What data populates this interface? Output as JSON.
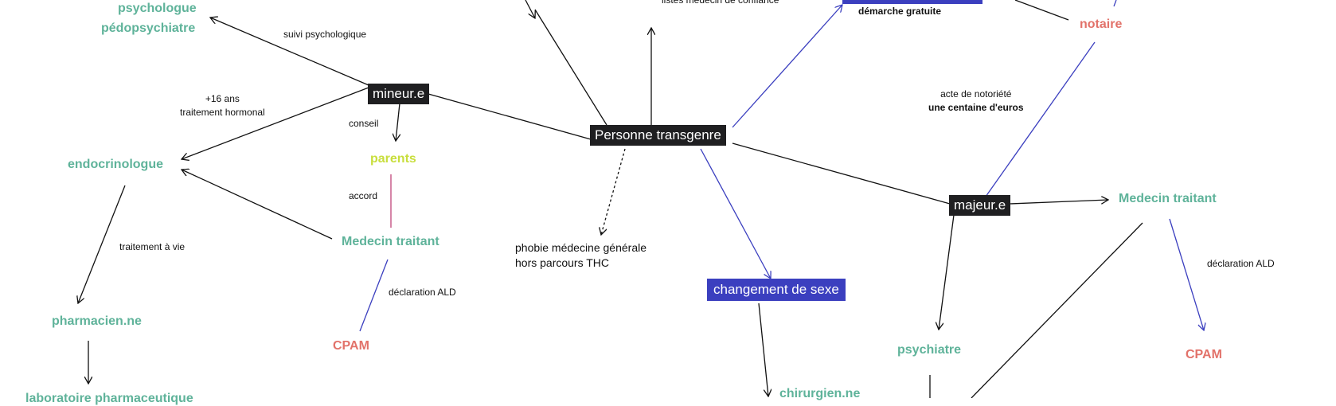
{
  "nodes": {
    "psychologue": "psychologue",
    "pedopsychiatre": "pédopsychiatre",
    "mineure": "mineur.e",
    "endocrinologue": "endocrinologue",
    "parents": "parents",
    "medecin_traitant_left": "Medecin traitant",
    "cpam_left": "CPAM",
    "pharmacien": "pharmacien.ne",
    "laboratoire": "laboratoire pharmaceutique",
    "personne_transgenre": "Personne transgenre",
    "phobie_line1": "phobie médecine générale",
    "phobie_line2": "hors parcours THC",
    "changement_sexe": "changement de sexe",
    "chirurgien": "chirurgien.ne",
    "notaire": "notaire",
    "majeure": "majeur.e",
    "medecin_traitant_right": "Medecin traitant",
    "psychiatre": "psychiatre",
    "cpam_right": "CPAM"
  },
  "labels": {
    "suivi_psychologique": "suivi psychologique",
    "plus16": "+16 ans",
    "traitement_hormonal": "traitement hormonal",
    "conseil": "conseil",
    "accord": "accord",
    "traitement_a_vie": "traitement à vie",
    "declaration_ald_left": "déclaration ALD",
    "listes_medecin": "listes médecin de confiance",
    "demarche_gratuite": "démarche gratuite",
    "acte_notoriete": "acte de notoriété",
    "centaine_euros": "une centaine d'euros",
    "declaration_ald_right": "déclaration ALD"
  },
  "colors": {
    "teal": "#5fb39a",
    "red": "#e2726a",
    "lime": "#c8de3c",
    "dark_box": "#1f1f21",
    "blue_box": "#3b3fbf",
    "blue_edge": "#3b3fbf",
    "pink_edge": "#c0457a",
    "black_edge": "#111111"
  }
}
